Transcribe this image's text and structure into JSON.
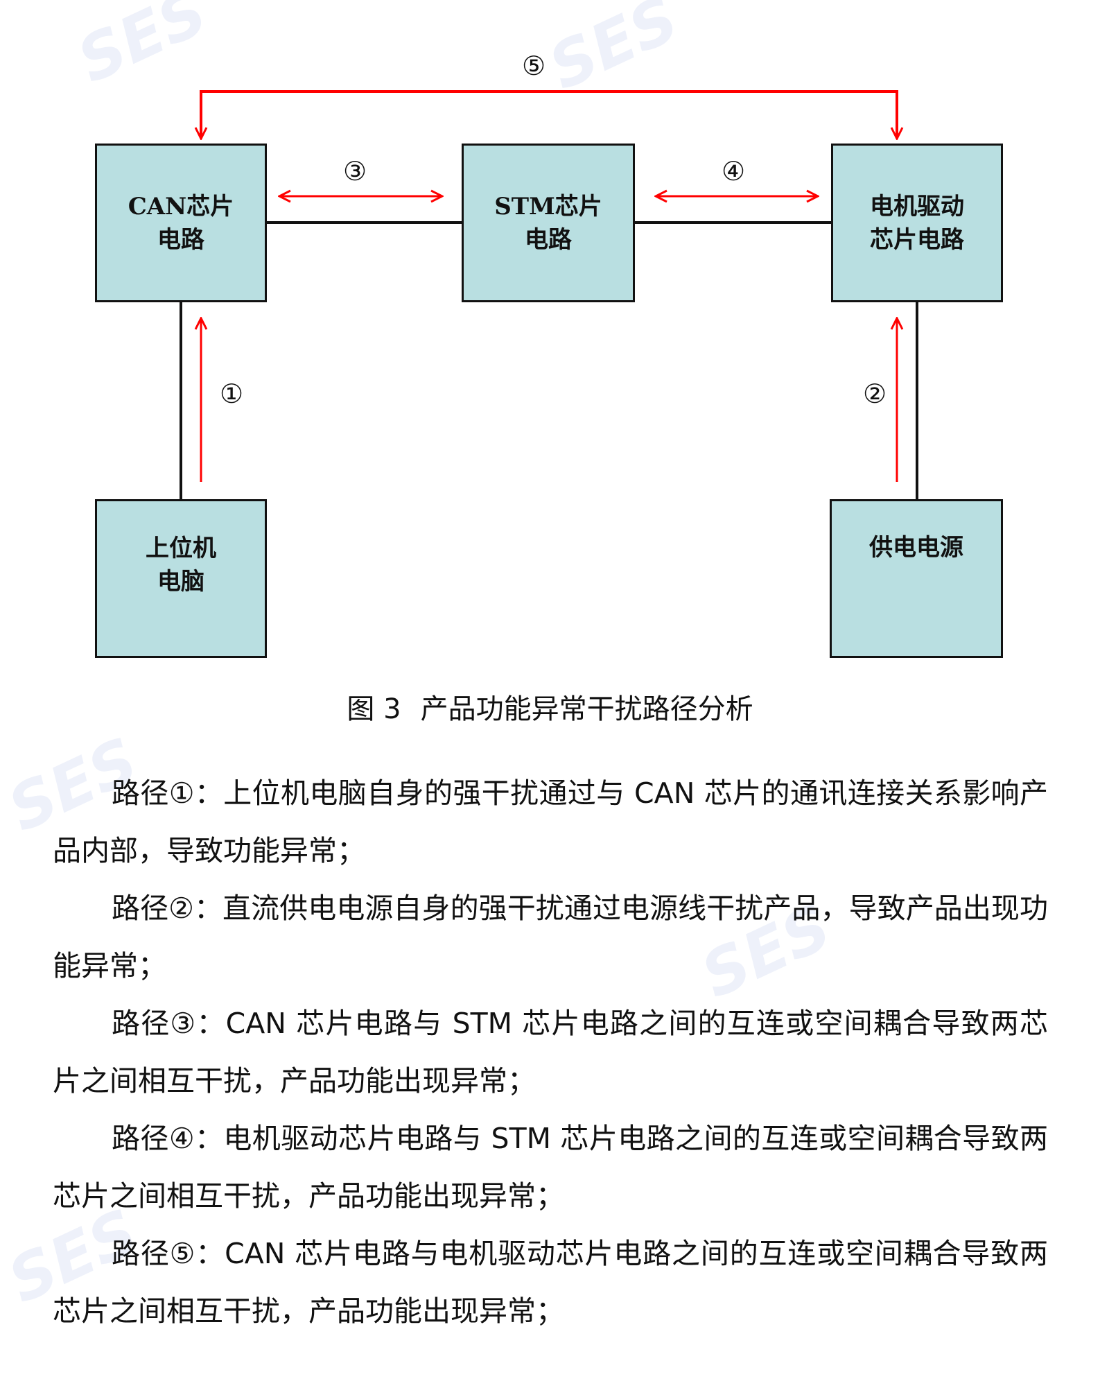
{
  "diagram": {
    "nodes": {
      "can": "CAN芯片\n电路",
      "stm": "STM芯片\n电路",
      "motor": "电机驱动\n芯片电路",
      "pc": "上位机\n电脑",
      "power": "供电电源"
    },
    "path_labels": [
      "①",
      "②",
      "③",
      "④",
      "⑤"
    ],
    "colors": {
      "box_fill": "#b9dfe1",
      "arrow": "#ff0000",
      "line": "#111111"
    }
  },
  "caption": {
    "number": "图 3",
    "title": "产品功能异常干扰路径分析"
  },
  "paragraphs": [
    "路径①：上位机电脑自身的强干扰通过与 CAN 芯片的通讯连接关系影响产品内部，导致功能异常；",
    "路径②：直流供电电源自身的强干扰通过电源线干扰产品，导致产品出现功能异常；",
    "路径③：CAN 芯片电路与 STM 芯片电路之间的互连或空间耦合导致两芯片之间相互干扰，产品功能出现异常；",
    "路径④：电机驱动芯片电路与 STM 芯片电路之间的互连或空间耦合导致两芯片之间相互干扰，产品功能出现异常；",
    "路径⑤：CAN 芯片电路与电机驱动芯片电路之间的互连或空间耦合导致两芯片之间相互干扰，产品功能出现异常；"
  ],
  "watermark": "SES"
}
